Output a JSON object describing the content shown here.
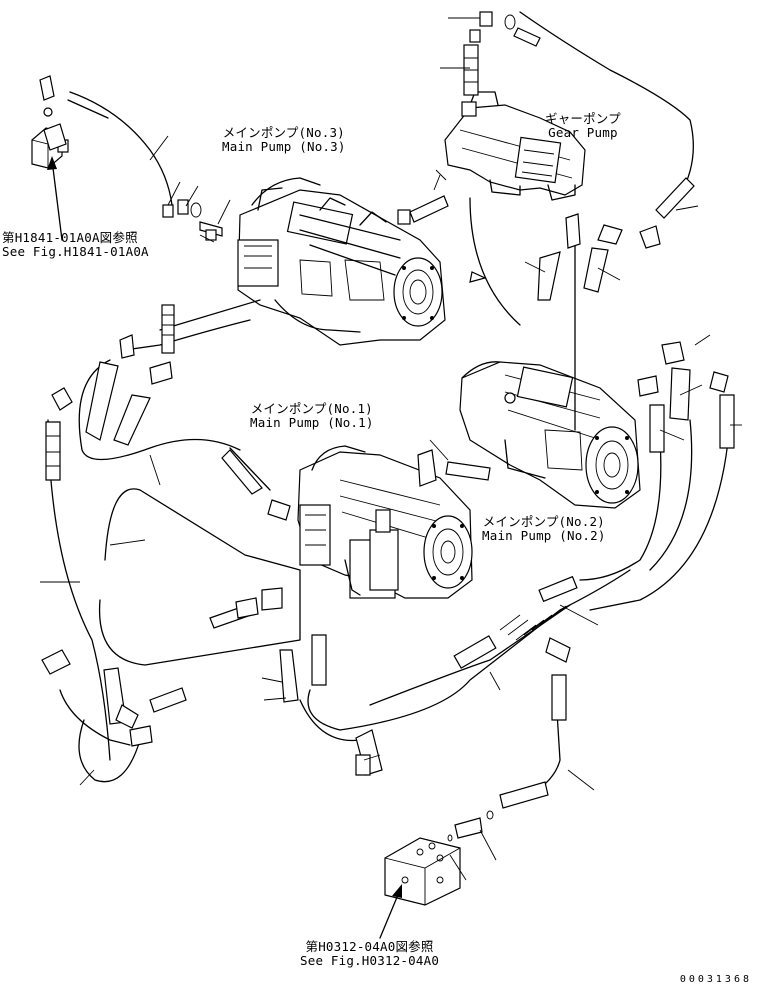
{
  "labels": {
    "main_pump_3": {
      "jp": "メインポンプ(No.3)",
      "en": "Main Pump (No.3)"
    },
    "gear_pump": {
      "jp": "ギャーポンプ",
      "en": "Gear Pump"
    },
    "main_pump_1": {
      "jp": "メインポンプ(No.1)",
      "en": "Main Pump (No.1)"
    },
    "main_pump_2": {
      "jp": "メインポンプ(No.2)",
      "en": "Main Pump (No.2)"
    },
    "ref_top": {
      "jp": "第H1841-01A0A図参照",
      "en": "See Fig.H1841-01A0A"
    },
    "ref_bottom": {
      "jp": "第H0312-04A0図参照",
      "en": "See Fig.H0312-04A0"
    }
  },
  "drawing_number": "00031368",
  "icons": [
    "pump-no3-icon",
    "gear-pump-icon",
    "pump-no2-icon",
    "pump-no1-icon",
    "valve-block-icon",
    "fitting-block-icon"
  ]
}
